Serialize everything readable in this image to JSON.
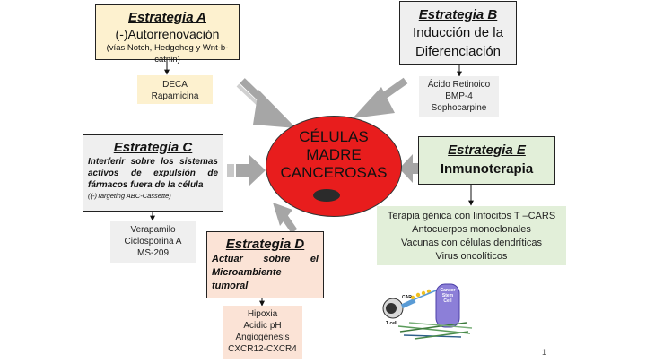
{
  "center": {
    "lines": [
      "CÉLULAS",
      "MADRE",
      "CANCEROSAS"
    ]
  },
  "strategy_a": {
    "title": "Estrategia A",
    "line1": "(-)Autorrenovación",
    "line2": "(vías Notch, Hedgehog y Wnt-b-catnin)",
    "items": [
      "DECA",
      "Rapamicina"
    ]
  },
  "strategy_b": {
    "title": "Estrategia B",
    "line1": "Inducción de la",
    "line2": "Diferenciación",
    "items": [
      "Ácido Retinoico",
      "BMP-4",
      "Sophocarpine"
    ]
  },
  "strategy_c": {
    "title": "Estrategia C",
    "text_lines": [
      "Interferir sobre los sistemas",
      "activos de expulsión de",
      "fármacos fuera de la célula"
    ],
    "note": "((-)Targeting ABC-Cassette)",
    "items": [
      "Verapamilo",
      "Ciclosporina A",
      "MS-209"
    ]
  },
  "strategy_d": {
    "title": "Estrategia D",
    "text_lines": [
      "Actuar sobre el",
      "Microambiente",
      "tumoral"
    ],
    "items": [
      "Hipoxia",
      "Acidic pH",
      "Angiogénesis",
      "CXCR12-CXCR4"
    ]
  },
  "strategy_e": {
    "title": "Estrategia E",
    "line1": "Inmunoterapia",
    "items": [
      "Terapia génica con linfocitos T –CARS",
      "Antocuerpos monoclonales",
      "Vacunas con células dendríticas",
      "Virus oncolíticos"
    ]
  },
  "inset": {
    "car_label": "CAR",
    "tcell_label": "T cell",
    "stem_label": [
      "Cancer",
      "Stem",
      "Cell"
    ]
  },
  "page_number": "1",
  "colors": {
    "box_a": "#fdf1cf",
    "box_b": "#efefef",
    "box_c": "#efefef",
    "box_d": "#fbe3d6",
    "box_e": "#e2efd9",
    "ellipse": "#e81d1d",
    "arrow": "#a6a6a6"
  }
}
